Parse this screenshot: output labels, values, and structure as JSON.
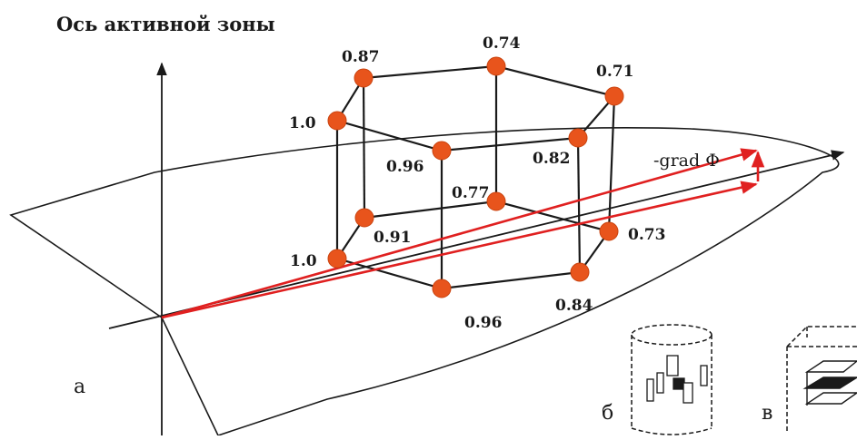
{
  "axis_title": "Ось активной зоны",
  "gradient_label": "-grad Φ",
  "panel_labels": {
    "a": "а",
    "b": "б",
    "v": "в"
  },
  "node_values": {
    "top_back": "0.74",
    "top_left_back": "0.87",
    "top_right_back": "0.71",
    "top_left_front": "1.0",
    "top_front": "0.96",
    "top_right_front": "0.82",
    "bottom_back": "0.77",
    "bottom_left_back": "0.91",
    "bottom_right_back": "0.73",
    "bottom_left_front": "1.0",
    "bottom_front": "0.96",
    "bottom_right_front": "0.84"
  },
  "colors": {
    "node": "#e8541c",
    "node_stroke": "#c94410",
    "gradient_arrow": "#e02020",
    "lines": "#1a1a1a"
  }
}
